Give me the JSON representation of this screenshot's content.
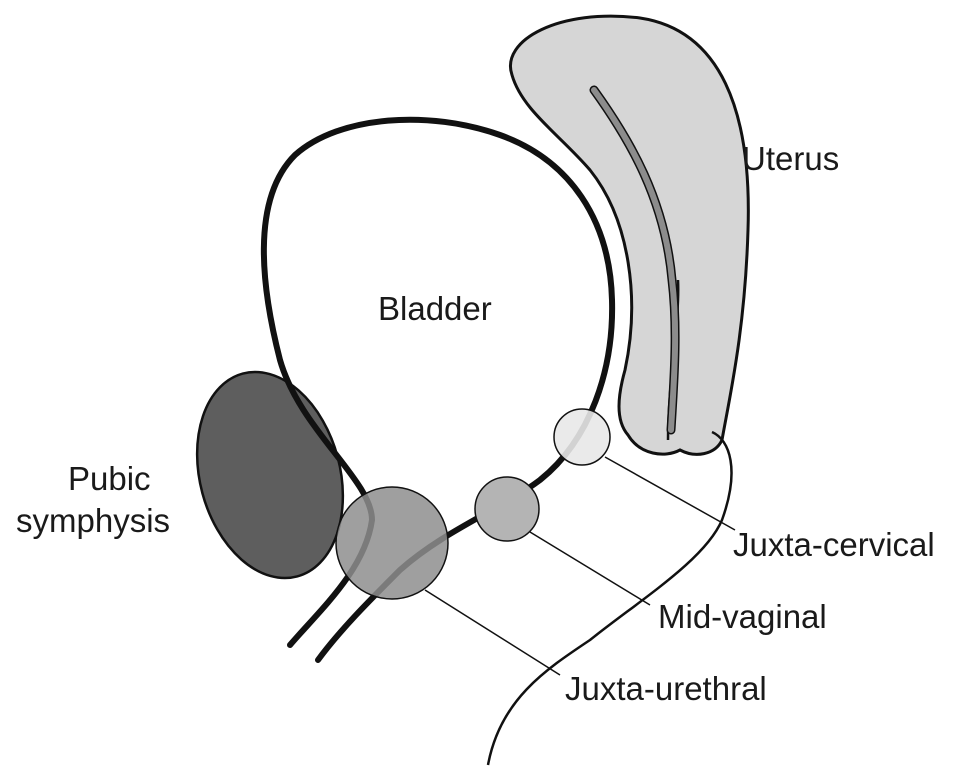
{
  "labels": {
    "uterus": "Uterus",
    "bladder": "Bladder",
    "pubic_line1": "Pubic",
    "pubic_line2": "symphysis",
    "juxta_cervical": "Juxta-cervical",
    "mid_vaginal": "Mid-vaginal",
    "juxta_urethral": "Juxta-urethral"
  },
  "colors": {
    "uterus_fill": "#d6d6d6",
    "uterus_cavity": "#8c8c8c",
    "pubic_fill": "#5e5e5e",
    "juxta_urethral_fill": "#8e8e8e",
    "mid_vaginal_fill": "#b4b4b4",
    "juxta_cervical_fill": "#e8e8e8",
    "outline": "#111111"
  }
}
